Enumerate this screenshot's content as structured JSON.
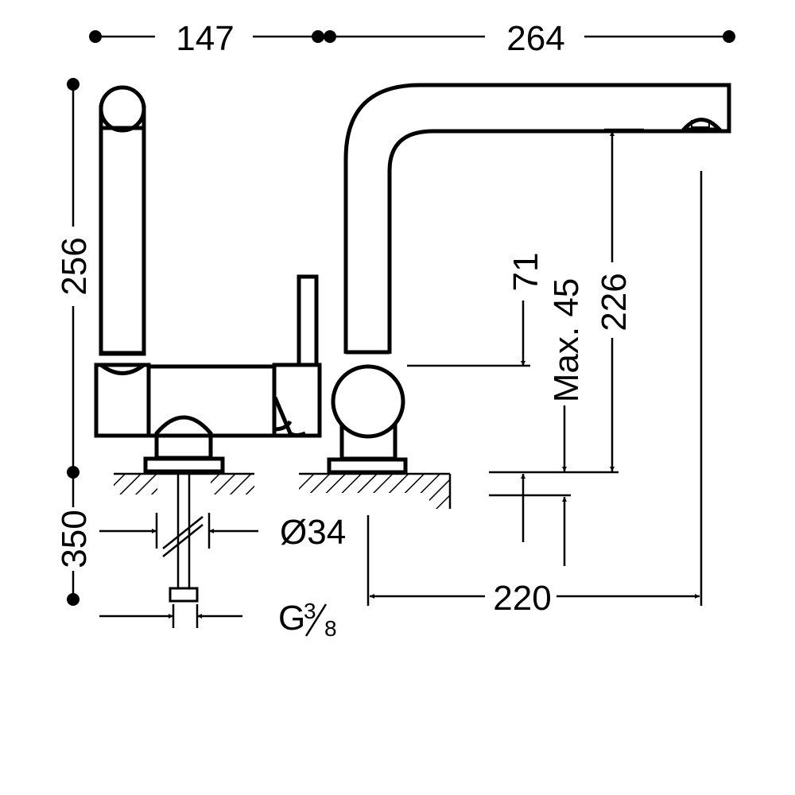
{
  "dimensions": {
    "width_handle": "147",
    "width_spout": "264",
    "height_handle": "256",
    "pipe_length": "350",
    "hole_diameter": "Ø34",
    "connection_prefix": "G",
    "connection_num": "3",
    "connection_den": "8",
    "aerator_height": "226",
    "lever_offset": "71",
    "counter_thickness": "Max. 45",
    "spout_reach": "220"
  },
  "colors": {
    "line": "#000000",
    "background": "#ffffff"
  }
}
